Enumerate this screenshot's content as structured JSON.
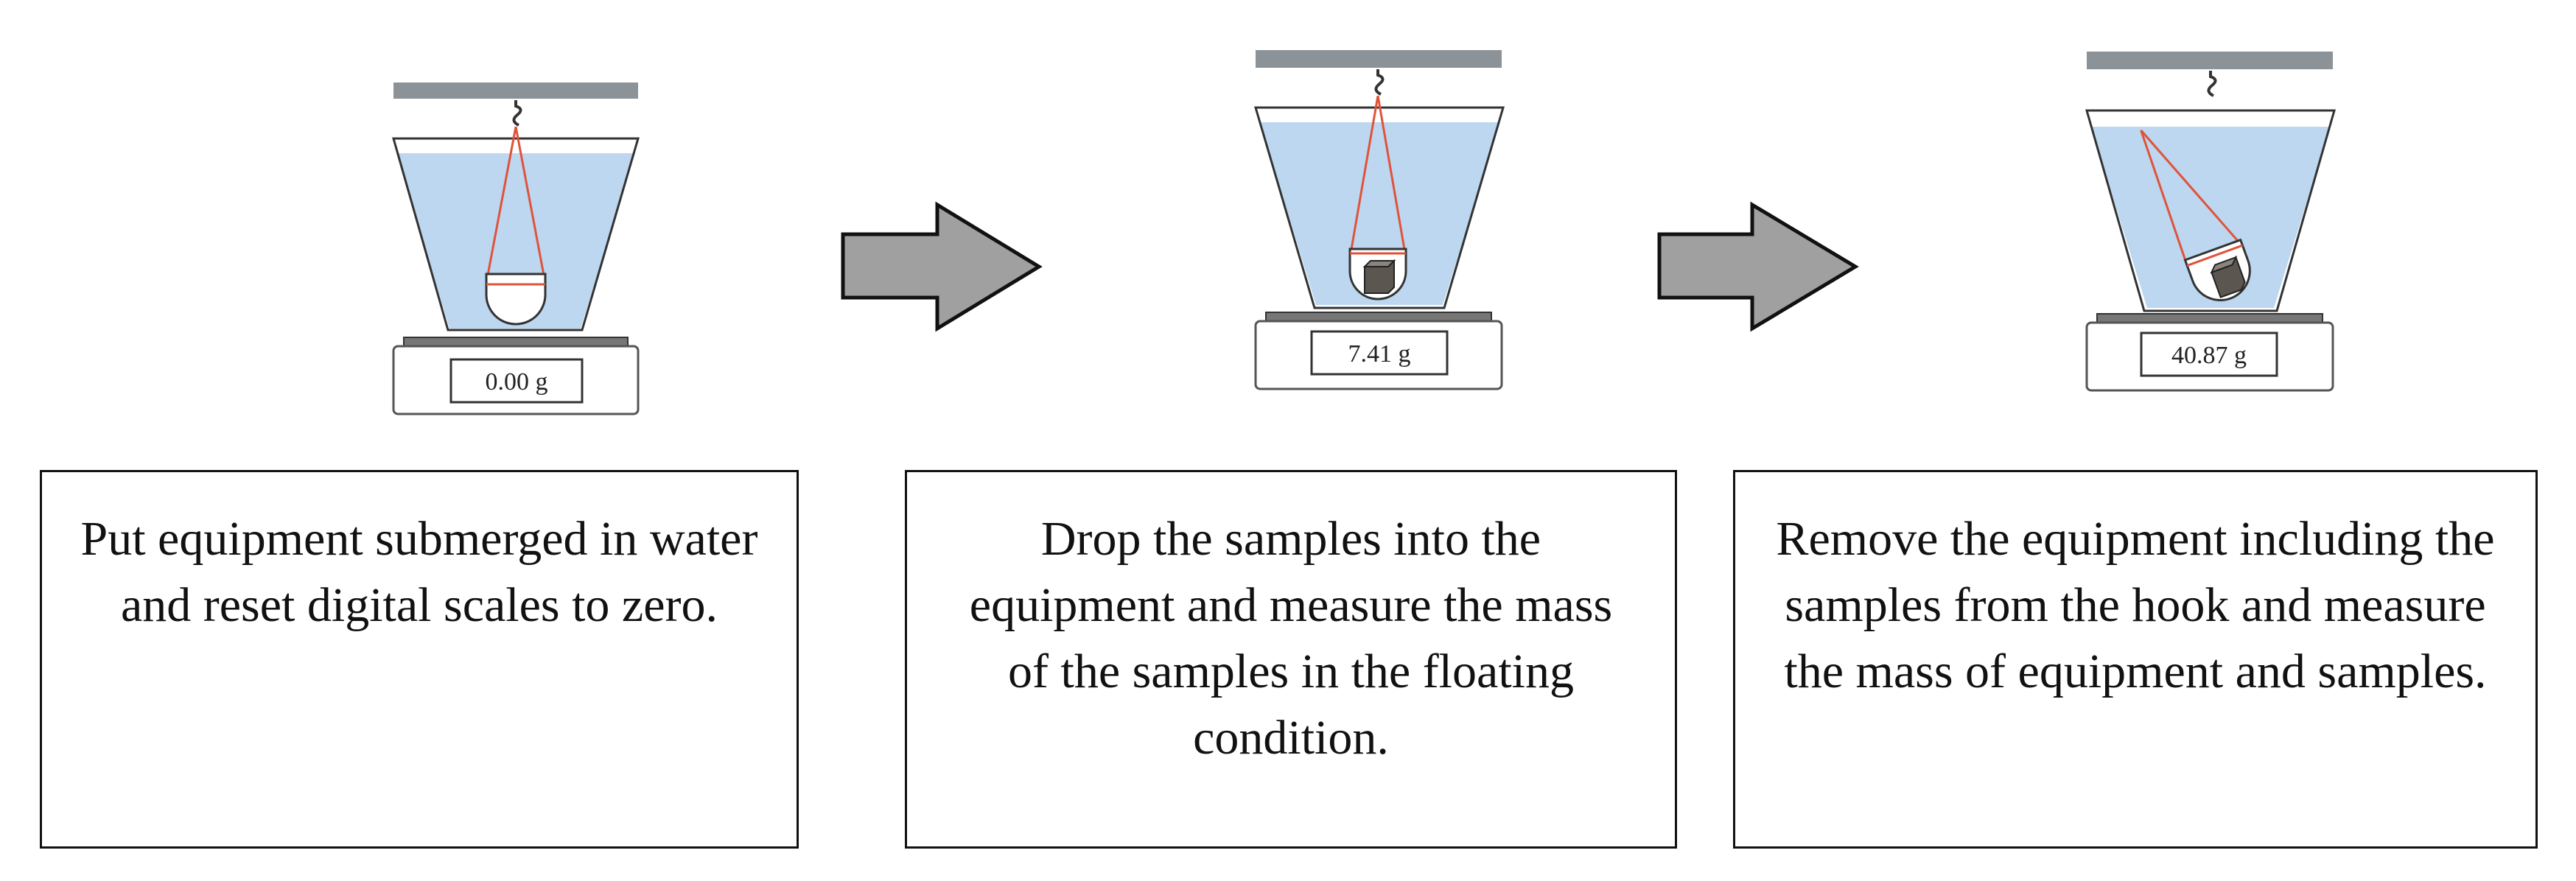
{
  "steps": [
    {
      "scale_reading": "0.00 g",
      "caption": "Put equipment submerged in water and reset digital scales to zero."
    },
    {
      "scale_reading": "7.41 g",
      "caption": "Drop the samples into the equipment and measure the mass of the samples in the floating condition."
    },
    {
      "scale_reading": "40.87 g",
      "caption": "Remove the equipment including the samples from the hook and measure the mass of equipment and samples."
    }
  ],
  "colors": {
    "water": "#bcd7ef",
    "support_bar": "#8c9398",
    "string": "#e0533a",
    "arrow_fill": "#a0a0a0",
    "outline": "#333333",
    "sample": "#5b5650"
  }
}
